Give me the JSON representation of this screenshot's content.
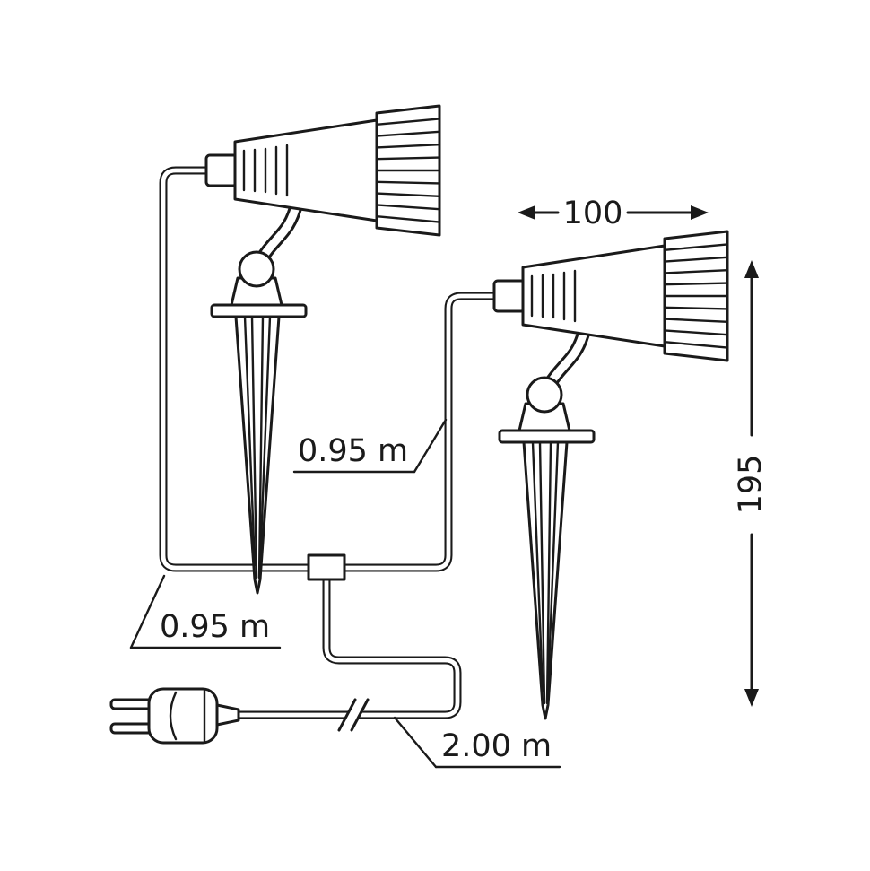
{
  "diagram": {
    "dimensions": {
      "width": "100",
      "height": "195"
    },
    "labels": {
      "cable_left": "0.95 m",
      "cable_right": "0.95 m",
      "power_cord": "2.00 m"
    },
    "colors": {
      "line": "#1a1a1a",
      "background": "#ffffff"
    }
  }
}
